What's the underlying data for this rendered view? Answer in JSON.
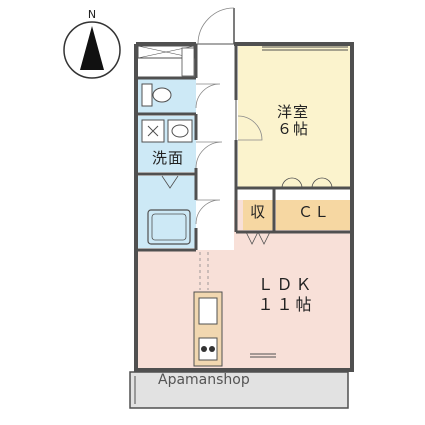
{
  "compass": {
    "north_label": "N"
  },
  "rooms": {
    "western_room": {
      "name": "洋室",
      "size": "６帖"
    },
    "washroom": {
      "name": "洗面"
    },
    "storage": {
      "name": "収"
    },
    "closet": {
      "name": "ＣＬ"
    },
    "ldk": {
      "name": "ＬＤＫ",
      "size": "１１帖"
    }
  },
  "watermark": "Apamanshop",
  "colors": {
    "wall": "#505050",
    "ldk_floor": "#f8e0d8",
    "western_floor": "#fbf3cd",
    "closet_floor": "#f6d7a2",
    "water_area": "#cde9f6",
    "entrance": "#ffffff",
    "balcony": "#e2e2e2"
  }
}
